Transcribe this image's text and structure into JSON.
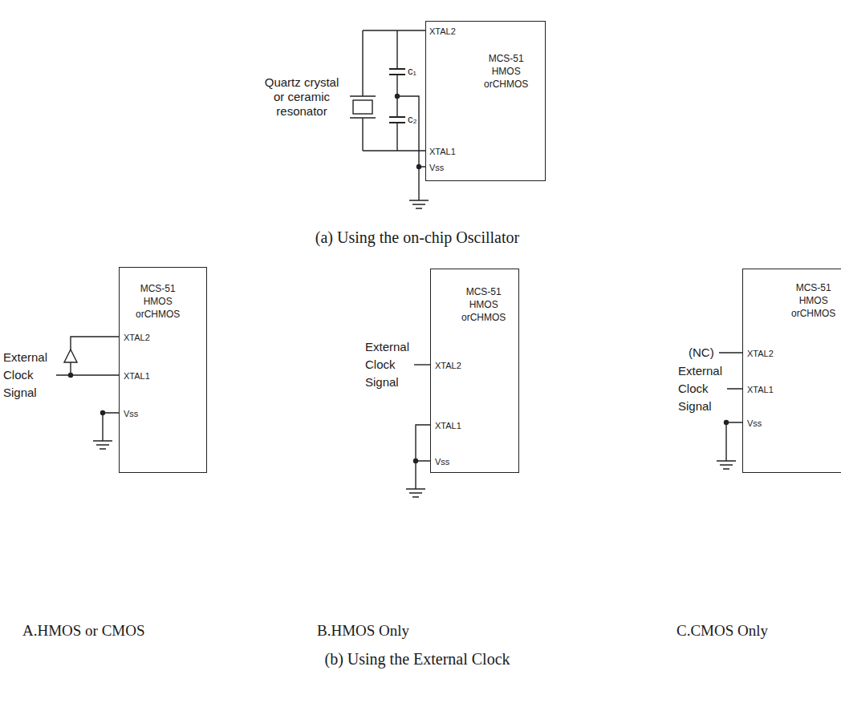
{
  "diagram": {
    "nodes": [
      {
        "text": [
          "MCS-51 HMOS orCHMOS",
          "XTAL2",
          "XTAL1",
          "Vss"
        ]
      },
      {
        "text": [
          "MCS-51 HMOS orCHMOS",
          "XTAL2",
          "XTAL1",
          "Vss"
        ]
      },
      {
        "text": [
          "MCS-51 HMOS orCHMOS",
          "XTAL2",
          "XTAL1",
          "Vss"
        ]
      },
      {
        "text": [
          "MCS-51 HMOS orCHMOS",
          "XTAL2",
          "XTAL1",
          "Vss"
        ]
      }
    ],
    "labels": [
      "Quartz crystal or ceramic resonator",
      "c₁",
      "c₂",
      "(a) Using the on-chip Oscillator",
      "External Clock Signal",
      "External Clock Signal",
      "(NC)",
      "External Clock Signal",
      "A.HMOS or CMOS",
      "B.HMOS Only",
      "C.CMOS Only",
      "(b) Using the External Clock"
    ]
  }
}
